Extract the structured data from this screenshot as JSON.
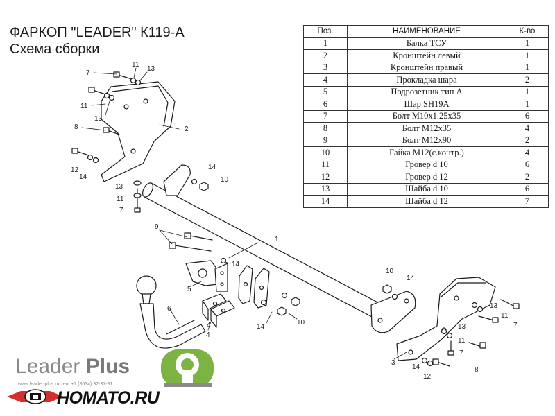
{
  "header": {
    "title": "ФАРКОП \"LEADER\" К119-А",
    "subtitle": "Схема сборки"
  },
  "parts_table": {
    "columns": [
      "Поз.",
      "НАИМЕНОВАНИЕ",
      "К-во"
    ],
    "rows": [
      {
        "pos": "1",
        "name": "Балка ТСУ",
        "qty": "1"
      },
      {
        "pos": "2",
        "name": "Кронштейн левый",
        "qty": "1"
      },
      {
        "pos": "3",
        "name": "Кронштейн правый",
        "qty": "1"
      },
      {
        "pos": "4",
        "name": "Прокладка шара",
        "qty": "2"
      },
      {
        "pos": "5",
        "name": "Подрозетник тип А",
        "qty": "1"
      },
      {
        "pos": "6",
        "name": "Шар SH19A",
        "qty": "1"
      },
      {
        "pos": "7",
        "name": "Болт М10х1.25х35",
        "qty": "6"
      },
      {
        "pos": "8",
        "name": "Болт М12х35",
        "qty": "4"
      },
      {
        "pos": "9",
        "name": "Болт М12х90",
        "qty": "2"
      },
      {
        "pos": "10",
        "name": "Гайка М12(с.контр.)",
        "qty": "4"
      },
      {
        "pos": "11",
        "name": "Гровер d 10",
        "qty": "6"
      },
      {
        "pos": "12",
        "name": "Гровер d 12",
        "qty": "2"
      },
      {
        "pos": "13",
        "name": "Шайба d 10",
        "qty": "6"
      },
      {
        "pos": "14",
        "name": "Шайба d 12",
        "qty": "7"
      }
    ]
  },
  "callouts": {
    "part_1": "1",
    "part_2": "2",
    "part_3": "3",
    "part_4a": "4",
    "part_4b": "4",
    "part_5": "5",
    "part_6": "6",
    "left_7a": "7",
    "left_7b": "7",
    "left_8": "8",
    "left_11a": "11",
    "left_11b": "11",
    "left_11c": "11",
    "left_13a": "13",
    "left_13b": "13",
    "left_13c": "13",
    "left_12": "12",
    "left_14a": "14",
    "left_14b": "14",
    "left_10": "10",
    "mid_9": "9",
    "mid_14a": "14",
    "mid_14b": "14",
    "mid_10": "10",
    "right_10": "10",
    "right_14a": "14",
    "right_13a": "13",
    "right_11a": "11",
    "right_7a": "7",
    "right_13b": "13",
    "right_11b": "11",
    "right_7b": "7",
    "right_8": "8",
    "right_14b": "14",
    "right_12": "12"
  },
  "logos": {
    "brand_name": "Leader",
    "brand_strong": "Plus",
    "brand_contacts": "www.leader-plus.ru   тел. +7 (8634) 32-37-91",
    "dealer": "HOMATO.RU"
  },
  "colors": {
    "line": "#1a1a1a",
    "logo_green": "#7cb342",
    "logo_gray": "#8a8a8a",
    "dealer_red": "#d32f2f"
  }
}
